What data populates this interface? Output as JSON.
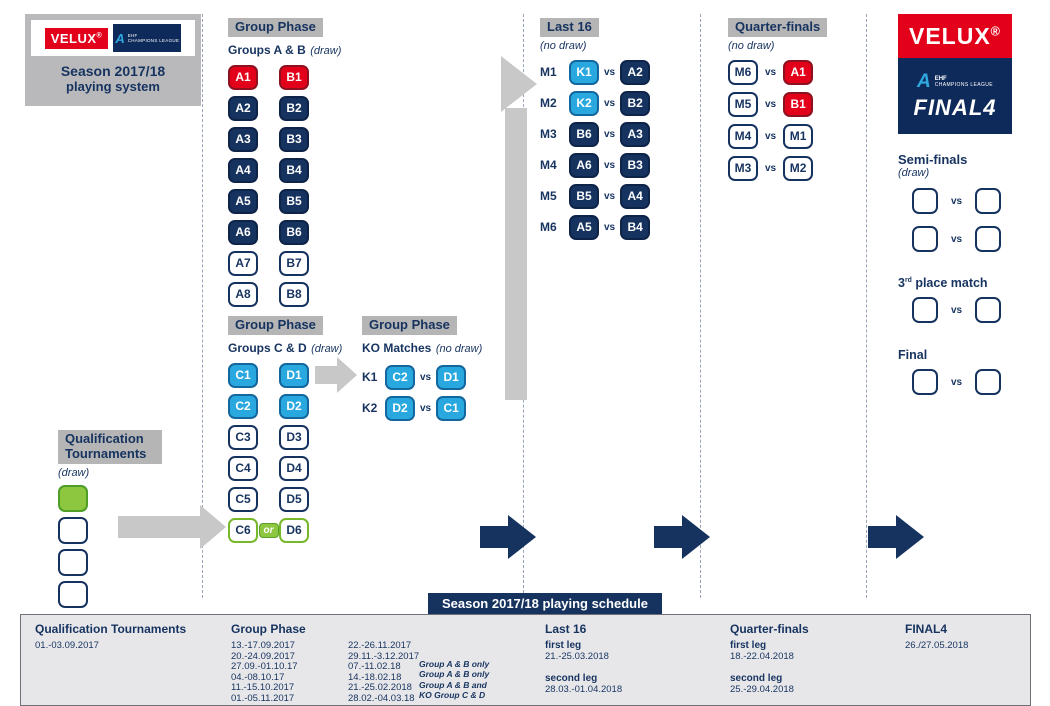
{
  "colors": {
    "navy": "#16335f",
    "red": "#e2001a",
    "cyan": "#29a8e0",
    "green": "#8dc63f",
    "gray_header": "#b5b5b5"
  },
  "branding": {
    "velux": "VELUX",
    "reg": "®",
    "ehf": "EHF",
    "champions_league": "CHAMPIONS LEAGUE",
    "final4_wordmark": "FINAL4",
    "season_title": "Season 2017/18",
    "season_subtitle": "playing system"
  },
  "group_ab": {
    "header": "Group Phase",
    "subtitle": "Groups A & B",
    "note": "(draw)",
    "a": [
      "A1",
      "A2",
      "A3",
      "A4",
      "A5",
      "A6",
      "A7",
      "A8"
    ],
    "b": [
      "B1",
      "B2",
      "B3",
      "B4",
      "B5",
      "B6",
      "B7",
      "B8"
    ]
  },
  "group_cd": {
    "header": "Group Phase",
    "subtitle": "Groups C & D",
    "note": "(draw)",
    "c": [
      "C1",
      "C2",
      "C3",
      "C4",
      "C5",
      "C6"
    ],
    "d": [
      "D1",
      "D2",
      "D3",
      "D4",
      "D5",
      "D6"
    ],
    "or_label": "or"
  },
  "ko": {
    "header": "Group Phase",
    "subtitle": "KO Matches",
    "note": "(no draw)",
    "vs": "vs",
    "matches": [
      {
        "label": "K1",
        "home": "C2",
        "away": "D1"
      },
      {
        "label": "K2",
        "home": "D2",
        "away": "C1"
      }
    ]
  },
  "last16": {
    "header": "Last 16",
    "note": "(no draw)",
    "vs": "vs",
    "matches": [
      {
        "label": "M1",
        "home": "K1",
        "away": "A2"
      },
      {
        "label": "M2",
        "home": "K2",
        "away": "B2"
      },
      {
        "label": "M3",
        "home": "B6",
        "away": "A3"
      },
      {
        "label": "M4",
        "home": "A6",
        "away": "B3"
      },
      {
        "label": "M5",
        "home": "B5",
        "away": "A4"
      },
      {
        "label": "M6",
        "home": "A5",
        "away": "B4"
      }
    ]
  },
  "quarterfinals": {
    "header": "Quarter-finals",
    "note": "(no draw)",
    "vs": "vs",
    "matches": [
      {
        "home": "M6",
        "away": "A1"
      },
      {
        "home": "M5",
        "away": "B1"
      },
      {
        "home": "M4",
        "away": "M1"
      },
      {
        "home": "M3",
        "away": "M2"
      }
    ]
  },
  "finals": {
    "semifinals_title": "Semi-finals",
    "semifinals_note": "(draw)",
    "third_place_num": "3",
    "third_place_sup": "rd",
    "third_place_rest": "place match",
    "final_title": "Final",
    "vs": "vs"
  },
  "qualification": {
    "header": "Qualification Tournaments",
    "note": "(draw)"
  },
  "schedule": {
    "title": "Season 2017/18 playing schedule",
    "qualification": {
      "header": "Qualification Tournaments",
      "date": "01.-03.09.2017"
    },
    "group_phase": {
      "header": "Group Phase",
      "dates_col1": [
        "13.-17.09.2017",
        "20.-24.09.2017",
        "27.09.-01.10.17",
        "04.-08.10.17",
        "11.-15.10.2017",
        "01.-05.11.2017"
      ],
      "dates_col2": [
        "22.-26.11.2017",
        "29.11.-3.12.2017",
        "07.-11.02.18",
        "14.-18.02.18",
        "21.-25.02.2018",
        "28.02.-04.03.18"
      ],
      "notes": [
        "Group A & B only",
        "Group A & B only",
        "Group A & B and",
        "KO Group C & D"
      ]
    },
    "last16": {
      "header": "Last 16",
      "first_leg_label": "first leg",
      "first_leg_date": "21.-25.03.2018",
      "second_leg_label": "second leg",
      "second_leg_date": "28.03.-01.04.2018"
    },
    "quarterfinals": {
      "header": "Quarter-finals",
      "first_leg_label": "first leg",
      "first_leg_date": "18.-22.04.2018",
      "second_leg_label": "second leg",
      "second_leg_date": "25.-29.04.2018"
    },
    "final4": {
      "header": "FINAL4",
      "date": "26./27.05.2018"
    }
  }
}
